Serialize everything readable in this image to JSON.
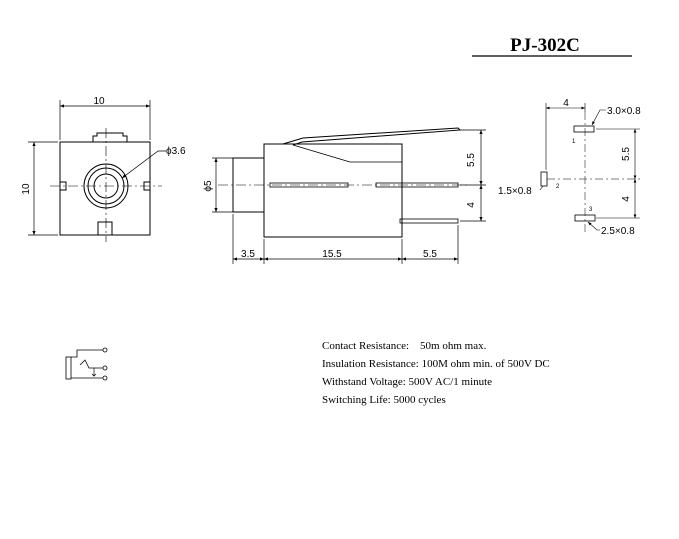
{
  "title": "PJ-302C",
  "front_view": {
    "width_label": "10",
    "height_label": "10",
    "hole_label": "ϕ3.6"
  },
  "side_view": {
    "diameter_label": "ϕ5",
    "dim_front": "3.5",
    "dim_body": "15.5",
    "dim_pin": "5.5",
    "dim_upper": "5.5",
    "dim_lower": "4"
  },
  "footprint": {
    "top_label": "4",
    "pad1_label": "3.0×0.8",
    "pad2_label": "1.5×0.8",
    "pad3_label": "2.5×0.8",
    "dim_upper": "5.5",
    "dim_lower": "4",
    "pin1": "1",
    "pin2": "2",
    "pin3": "3"
  },
  "specs": [
    "Contact Resistance:    50m ohm max.",
    "Insulation Resistance: 100M ohm min. of 500V DC",
    "Withstand Voltage: 500V AC/1 minute",
    "Switching Life: 5000 cycles"
  ]
}
